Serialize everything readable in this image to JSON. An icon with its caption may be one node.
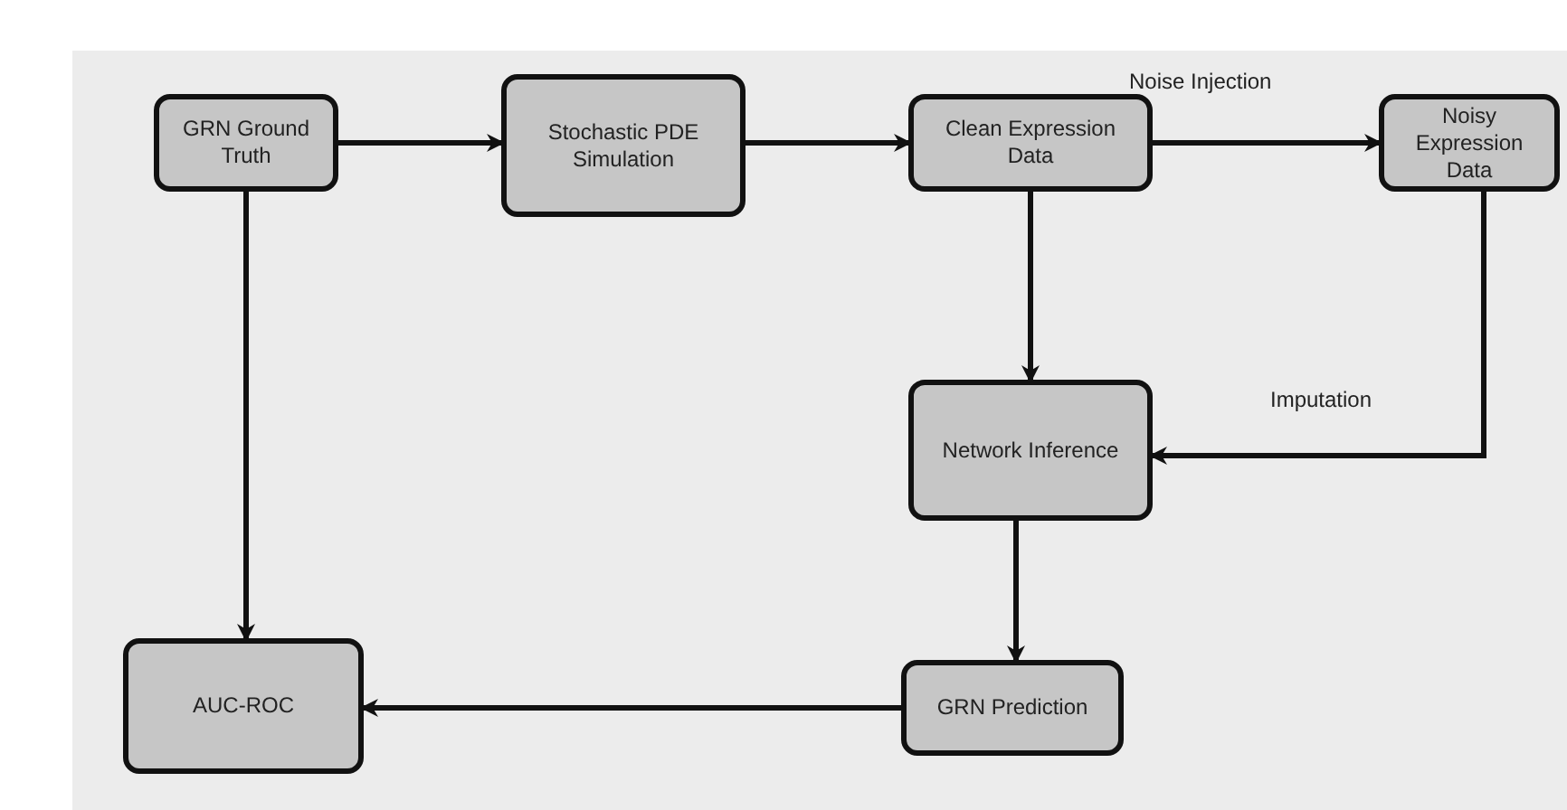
{
  "diagram": {
    "nodes": [
      {
        "text": [
          "GRN Ground Truth"
        ]
      },
      {
        "text": [
          "Stochastic PDE Simulation"
        ]
      },
      {
        "text": [
          "Clean Expression Data"
        ]
      },
      {
        "text": [
          "Noisy Expression Data"
        ]
      },
      {
        "text": [
          "Network Inference"
        ]
      },
      {
        "text": [
          "GRN Prediction"
        ]
      },
      {
        "text": [
          "AUC-ROC"
        ]
      }
    ],
    "edges": [
      {
        "from": 0,
        "to": 1,
        "arrow": "to"
      },
      {
        "from": 1,
        "to": 2,
        "arrow": "to"
      },
      {
        "from": 2,
        "to": 3,
        "arrow": "to",
        "label": "Noise Injection"
      },
      {
        "from": 2,
        "to": 4,
        "arrow": "to"
      },
      {
        "from": 3,
        "to": 4,
        "arrow": "to",
        "label": "Imputation"
      },
      {
        "from": 4,
        "to": 5,
        "arrow": "to"
      },
      {
        "from": 5,
        "to": 6,
        "arrow": "to"
      },
      {
        "from": 0,
        "to": 6,
        "arrow": "to"
      }
    ]
  }
}
